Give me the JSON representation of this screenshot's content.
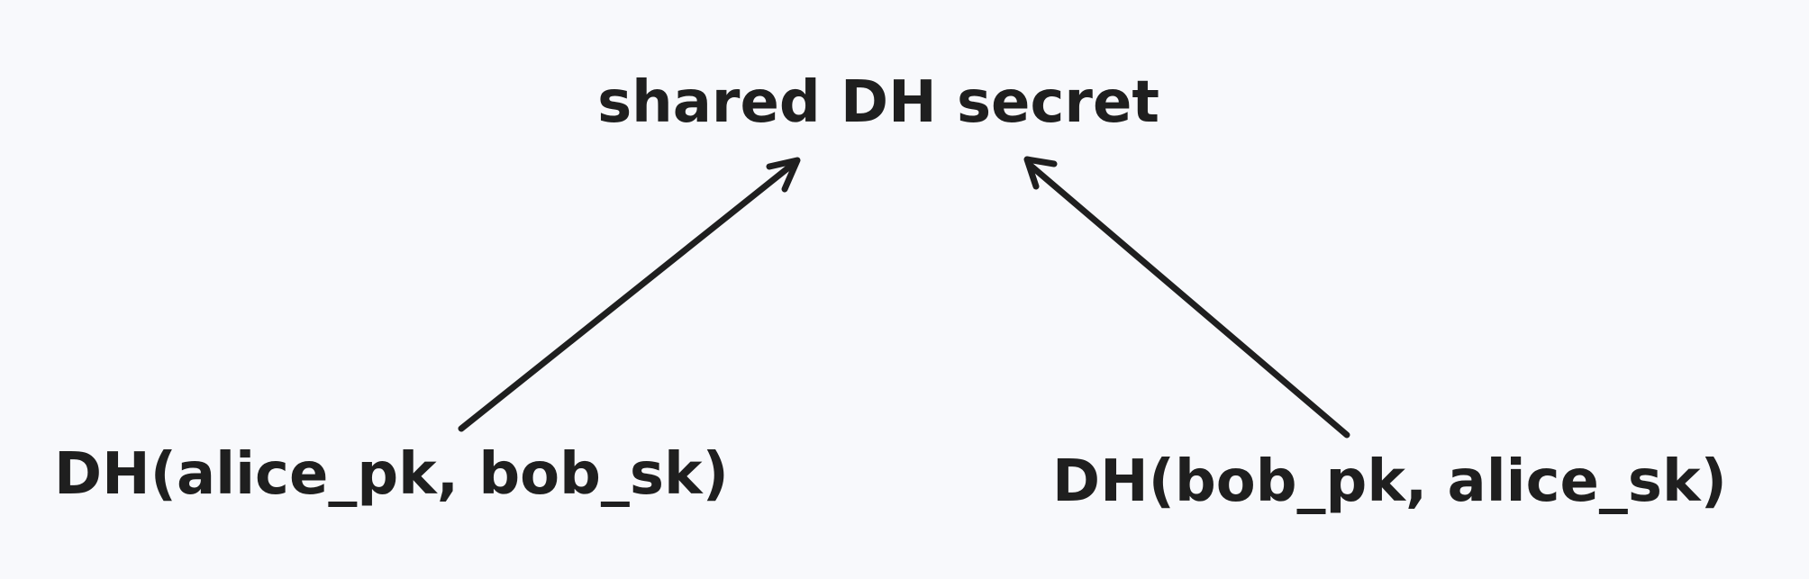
{
  "nodes": {
    "top": {
      "label": "shared DH secret"
    },
    "left": {
      "label": "DH(alice_pk, bob_sk)"
    },
    "right": {
      "label": "DH(bob_pk, alice_sk)"
    }
  },
  "edges": [
    {
      "from": "left",
      "to": "top"
    },
    {
      "from": "right",
      "to": "top"
    }
  ],
  "colors": {
    "background": "#f8f9fc",
    "ink": "#1f1f1f"
  }
}
